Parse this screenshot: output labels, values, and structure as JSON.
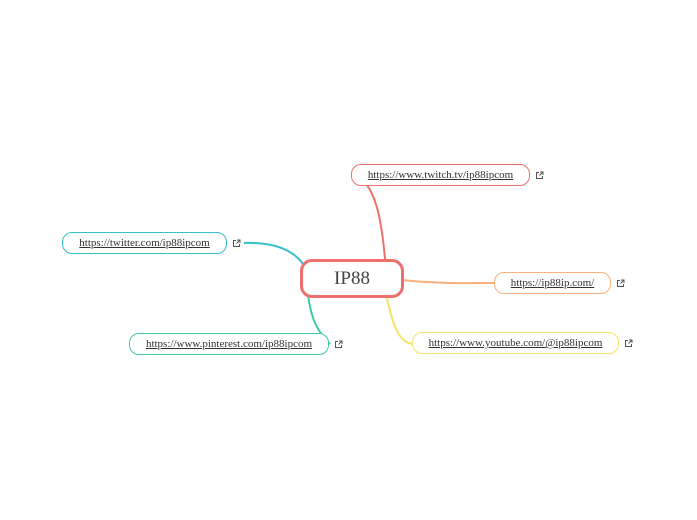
{
  "root": {
    "label": "IP88"
  },
  "nodes": [
    {
      "id": "twitch",
      "text": "https://www.twitch.tv/ip88ipcom",
      "color": "#ef6f6c"
    },
    {
      "id": "ip88ip",
      "text": "https://ip88ip.com/",
      "color": "#f9b07c"
    },
    {
      "id": "youtube",
      "text": "https://www.youtube.com/@ip88ipcom",
      "color": "#f5e36b"
    },
    {
      "id": "twitter",
      "text": "https://twitter.com/ip88ipcom",
      "color": "#36c0cc"
    },
    {
      "id": "pinterest",
      "text": "https://www.pinterest.com/ip88ipcom",
      "color": "#3fcca4"
    }
  ],
  "icons": {
    "external": "external-link-icon"
  }
}
